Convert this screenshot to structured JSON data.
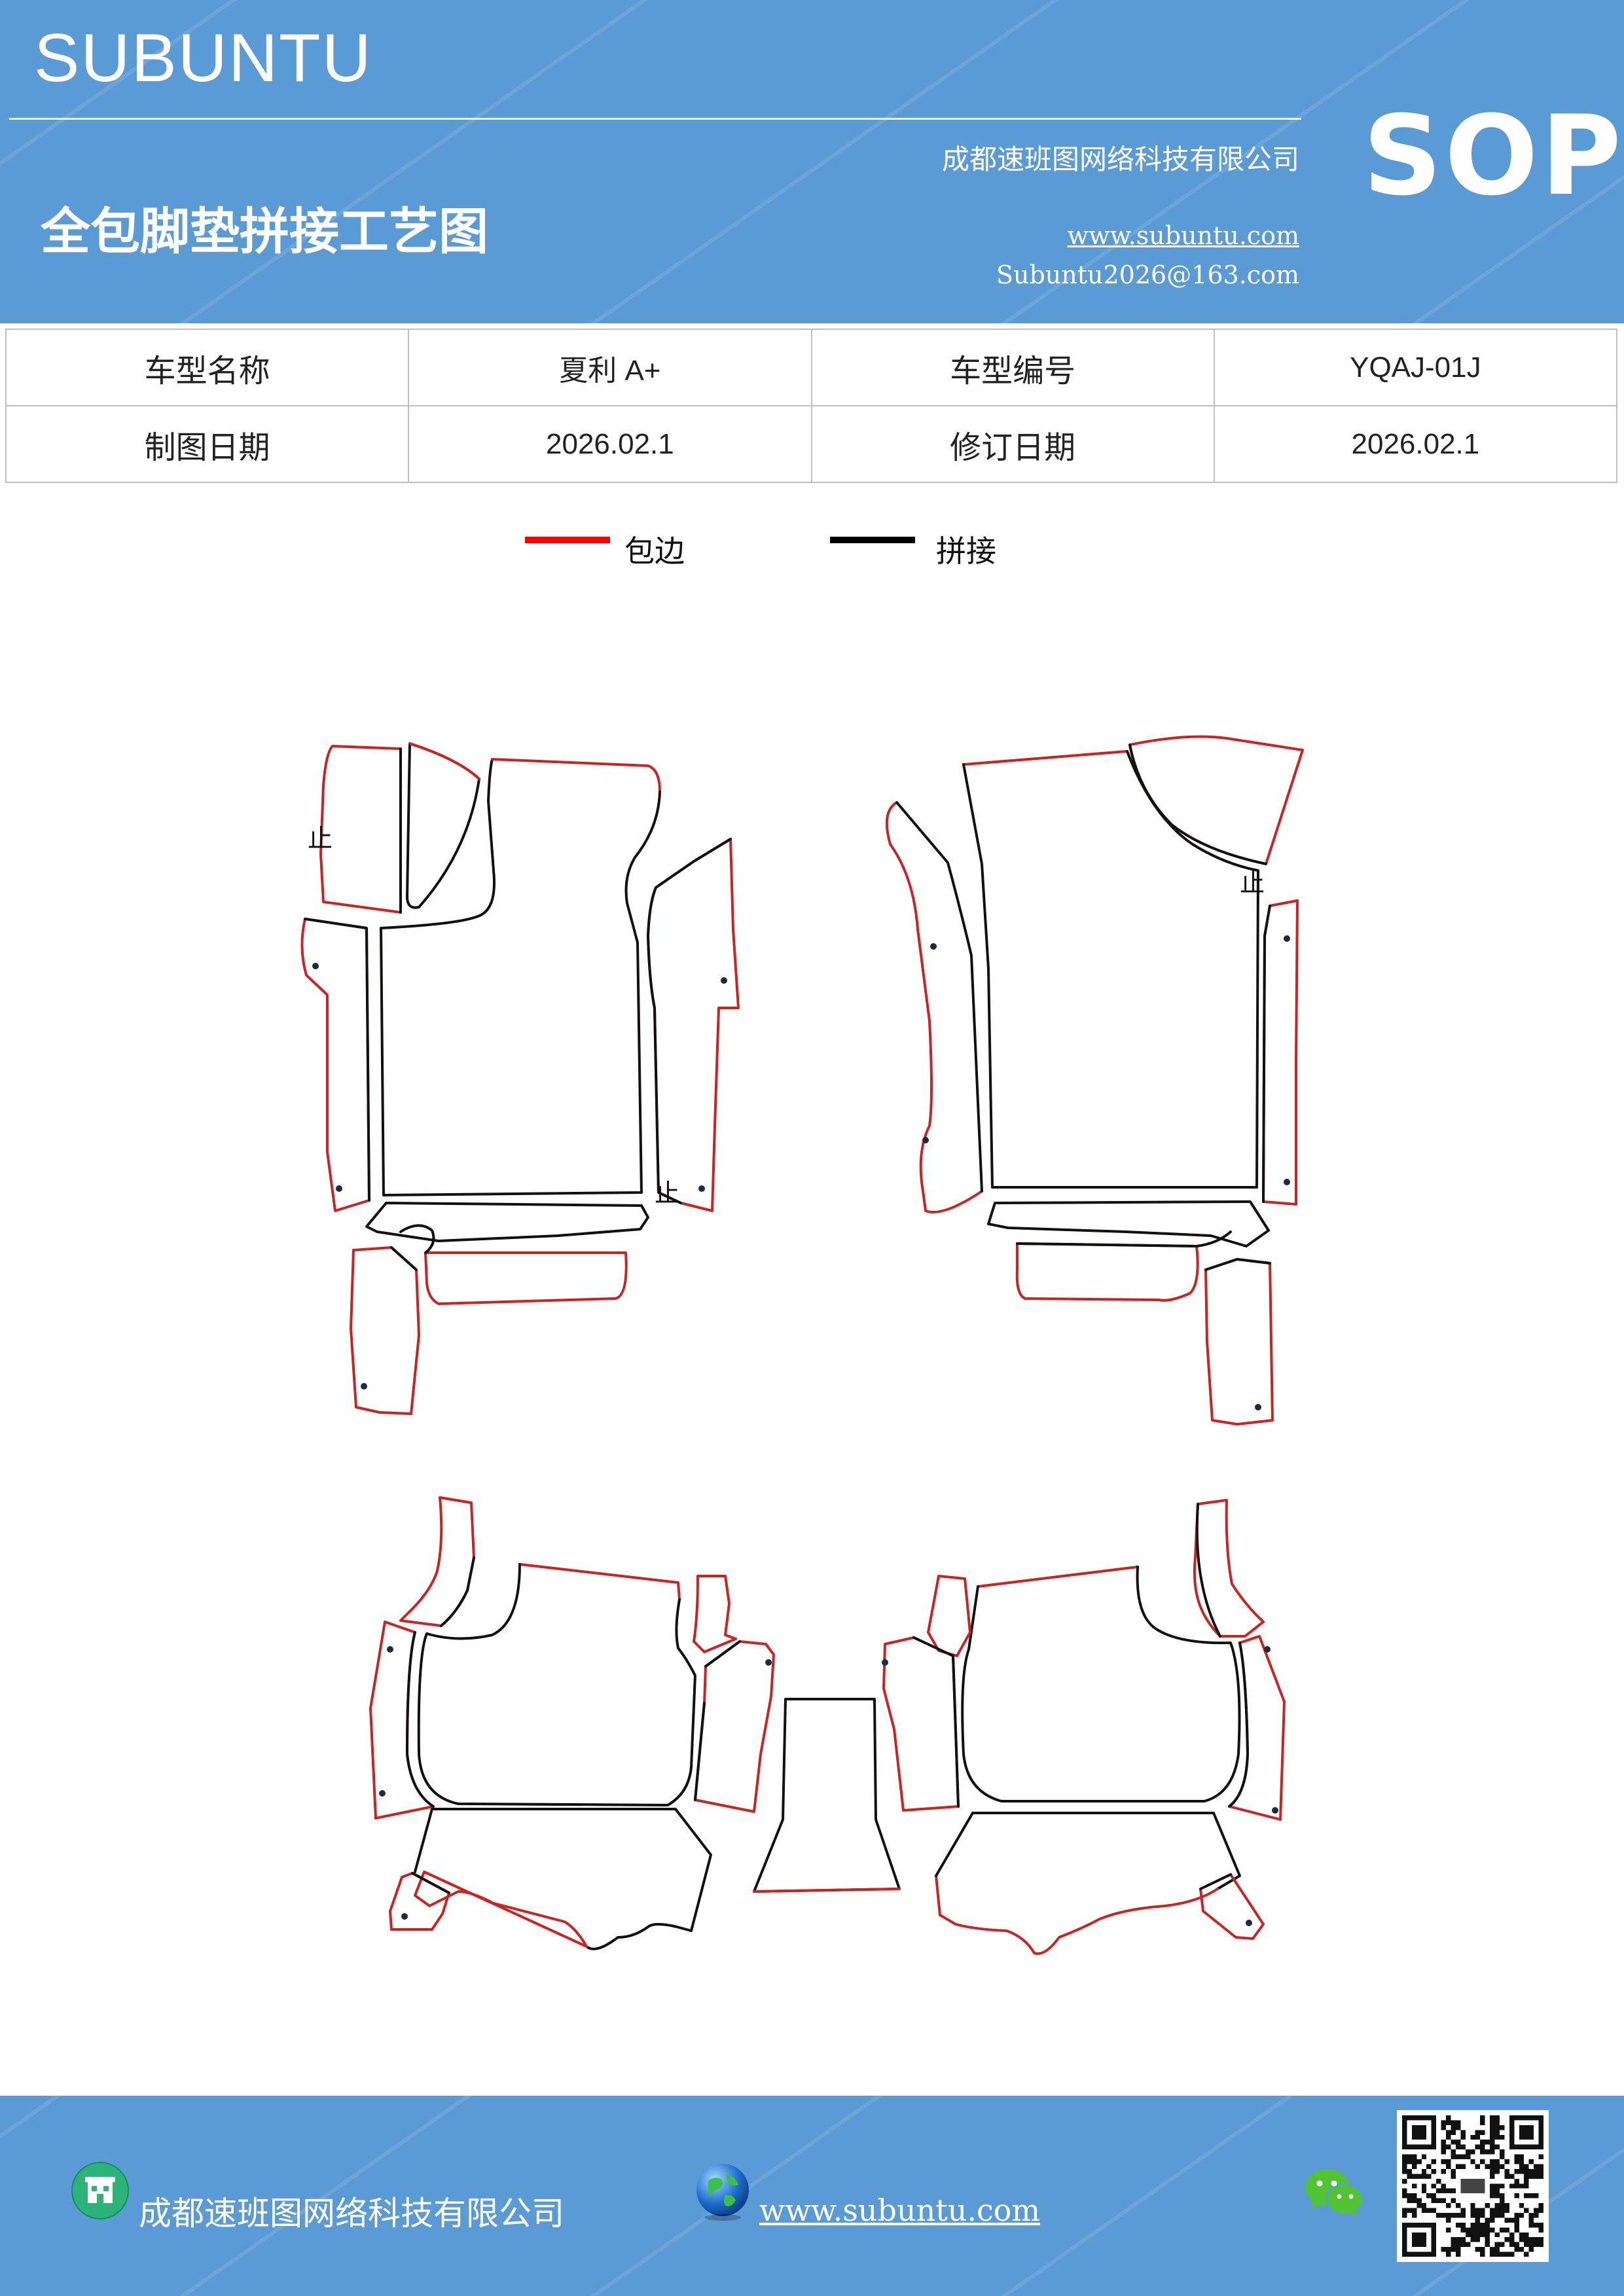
{
  "header": {
    "brand": "SUBUNTU",
    "badge": "SOP",
    "title": "全包脚垫拼接工艺图",
    "company": "成都速班图网络科技有限公司",
    "website": "www.subuntu.com",
    "email": "Subuntu2026@163.com"
  },
  "info_table": {
    "rows": [
      {
        "label1": "车型名称",
        "value1": "夏利 A+",
        "label2": "车型编号",
        "value2": "YQAJ-01J"
      },
      {
        "label1": "制图日期",
        "value1": "2026.02.1",
        "label2": "修订日期",
        "value2": "2026.02.1"
      }
    ]
  },
  "legend": {
    "items": [
      {
        "label": "包边",
        "color": "#ff0000"
      },
      {
        "label": "拼接",
        "color": "#000000"
      }
    ]
  },
  "diagram": {
    "stop_mark": "止",
    "edge_colors": {
      "binding": "#cc2222",
      "seam": "#111111"
    }
  },
  "footer": {
    "company": "成都速班图网络科技有限公司",
    "website": "www.subuntu.com",
    "icons": [
      "building-icon",
      "globe-icon",
      "wechat-icon",
      "qr-code"
    ]
  },
  "colors": {
    "band": "#5b9bd5"
  }
}
